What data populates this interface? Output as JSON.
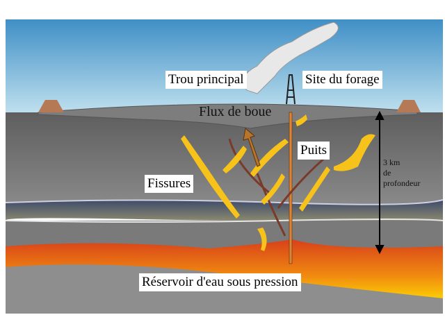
{
  "labels": {
    "main_hole": "Trou principal",
    "drill_site": "Site du forage",
    "mud_flow": "Flux de boue",
    "well": "Puits",
    "fissures": "Fissures",
    "reservoir": "Réservoir d'eau sous pression",
    "depth_line1": "3 km",
    "depth_line2": "de",
    "depth_line3": "profondeur"
  },
  "colors": {
    "sky_top": "#3f8fc6",
    "sky_bottom": "#bfe0ef",
    "ground": "#6e6e6e",
    "fissure": "#f7c21a",
    "magma": "#e8501a",
    "well_pipe": "#d9853b"
  }
}
